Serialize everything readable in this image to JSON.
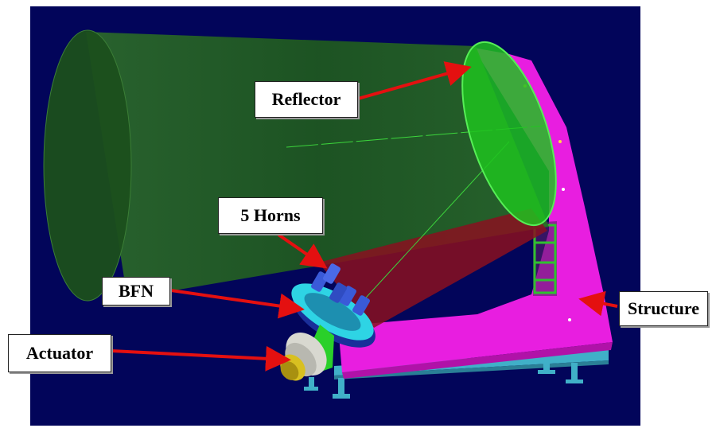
{
  "labels": {
    "reflector": "Reflector",
    "horns": "5 Horns",
    "bfn": "BFN",
    "actuator": "Actuator",
    "structure": "Structure"
  },
  "colors": {
    "background": "#02055a",
    "beam_green": "#1f5a1e",
    "reflector": "#1ec21e",
    "feed_beam": "#8a1020",
    "structure": "#e81ee0",
    "base": "#40b0c8",
    "horns": "#3a5ad8",
    "bfn": "#2ed4e4",
    "actuator": "#d8d8d0",
    "arrow": "#e41010"
  }
}
